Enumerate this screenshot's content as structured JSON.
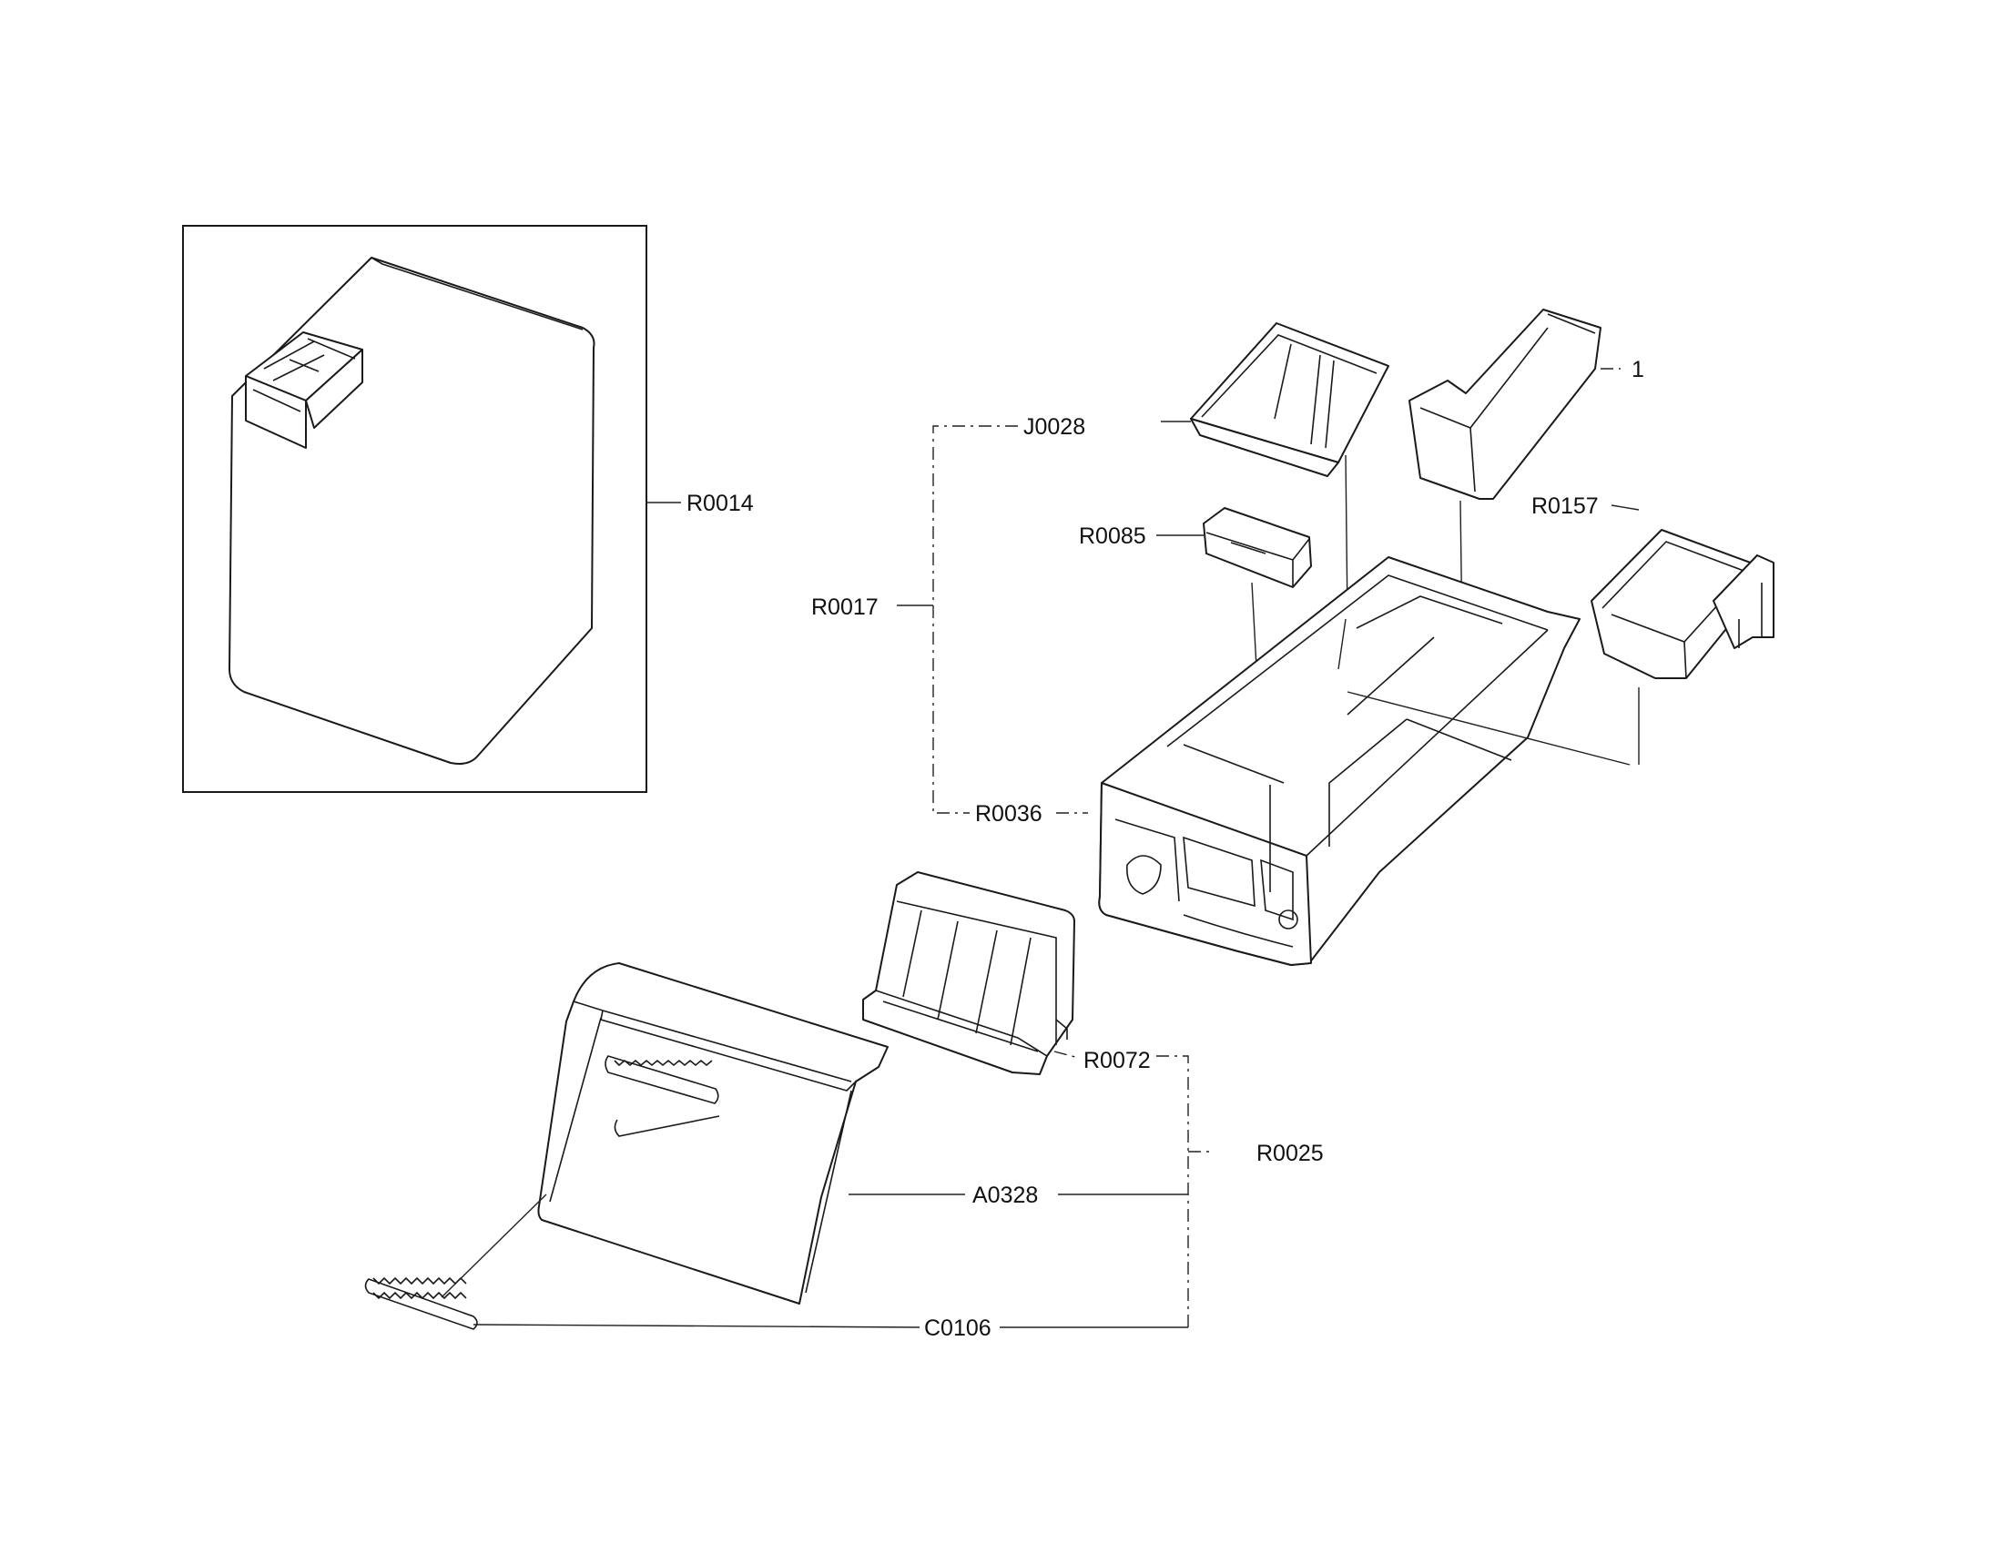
{
  "diagram": {
    "labels": {
      "r0014": "R0014",
      "j0028": "J0028",
      "r0017": "R0017",
      "r0085": "R0085",
      "r0036": "R0036",
      "item1": "1",
      "r0157": "R0157",
      "r0072": "R0072",
      "r0025": "R0025",
      "a0328": "A0328",
      "c0106": "C0106"
    }
  }
}
